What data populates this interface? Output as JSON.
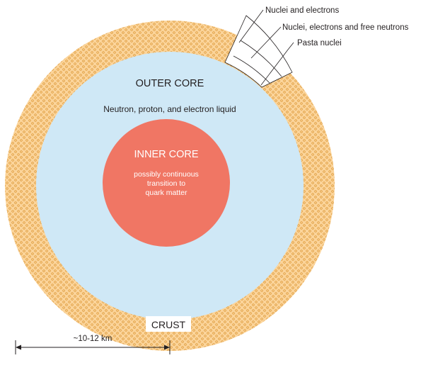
{
  "labels": {
    "nuclei_electrons": "Nuclei and electrons",
    "nuclei_electrons_neutrons": "Nuclei, electrons and free neutrons",
    "pasta_nuclei": "Pasta nuclei",
    "outer_core_title": "OUTER CORE",
    "outer_core_desc": "Neutron, proton, and electron liquid",
    "inner_core_title": "INNER CORE",
    "inner_core_desc_line1": "possibly continuous",
    "inner_core_desc_line2": "transition to",
    "inner_core_desc_line3": "quark matter",
    "crust": "CRUST",
    "scale": "~10-12 km"
  },
  "colors": {
    "crust_fill": "#fbd49a",
    "crust_dots": "#d8902a",
    "outer_core": "#cfe8f6",
    "inner_core": "#f07664",
    "outline": "#231f20"
  }
}
